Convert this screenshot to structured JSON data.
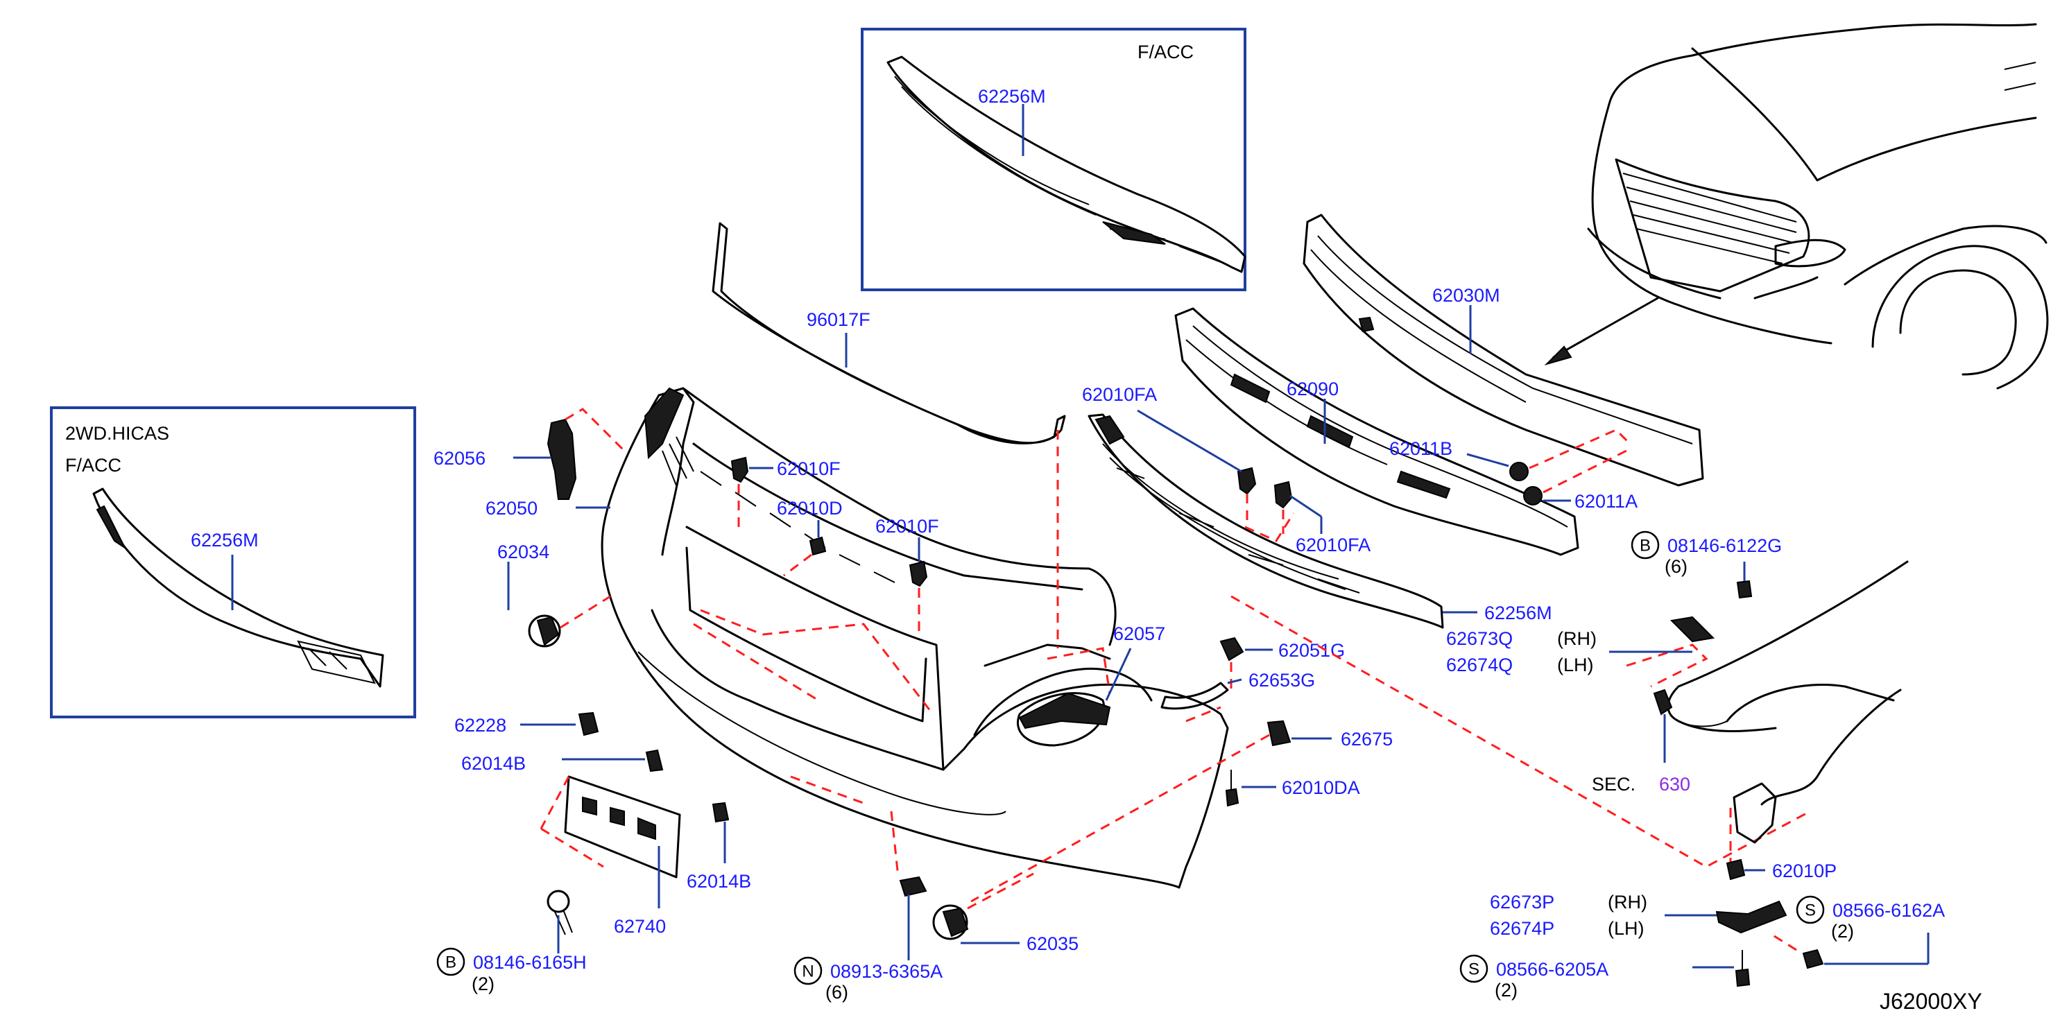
{
  "diagram_id": "J62000XY",
  "insets": {
    "top_label": "F/ACC",
    "left_label_1": "2WD.HICAS",
    "left_label_2": "F/ACC"
  },
  "parts": {
    "p62256M_top": "62256M",
    "p62256M_left": "62256M",
    "p62256M_main": "62256M",
    "p96017F": "96017F",
    "p62056": "62056",
    "p62050": "62050",
    "p62034": "62034",
    "p62228": "62228",
    "p62014B_a": "62014B",
    "p62014B_b": "62014B",
    "p62740": "62740",
    "p08146_6165H": "08146-6165H",
    "q_6165H": "(2)",
    "p08913_6365A": "08913-6365A",
    "q_6365A": "(6)",
    "p62035": "62035",
    "p62010F_a": "62010F",
    "p62010F_b": "62010F",
    "p62010D": "62010D",
    "p62057": "62057",
    "p62051G": "62051G",
    "p62653G": "62653G",
    "p62675": "62675",
    "p62010DA": "62010DA",
    "p62010FA_a": "62010FA",
    "p62010FA_b": "62010FA",
    "p62090": "62090",
    "p62030M": "62030M",
    "p62011B": "62011B",
    "p62011A": "62011A",
    "p08146_6122G": "08146-6122G",
    "q_6122G": "(6)",
    "p62673Q": "62673Q",
    "p62674Q": "62674Q",
    "rh1": "(RH)",
    "lh1": "(LH)",
    "sec_label": "SEC.",
    "sec_num": "630",
    "p62010P": "62010P",
    "p62673P": "62673P",
    "p62674P": "62674P",
    "rh2": "(RH)",
    "lh2": "(LH)",
    "p08566_6162A": "08566-6162A",
    "q_6162A": "(2)",
    "p08566_6205A": "08566-6205A",
    "q_6205A": "(2)"
  },
  "circle_letters": {
    "b1": "B",
    "n1": "N",
    "b2": "B",
    "s1": "S",
    "s2": "S"
  },
  "colors": {
    "part_number": "#1a1aff",
    "leader": "#1f3fa0",
    "dashed_guide": "#ff1e1e",
    "section_ref": "#8a2be2"
  }
}
